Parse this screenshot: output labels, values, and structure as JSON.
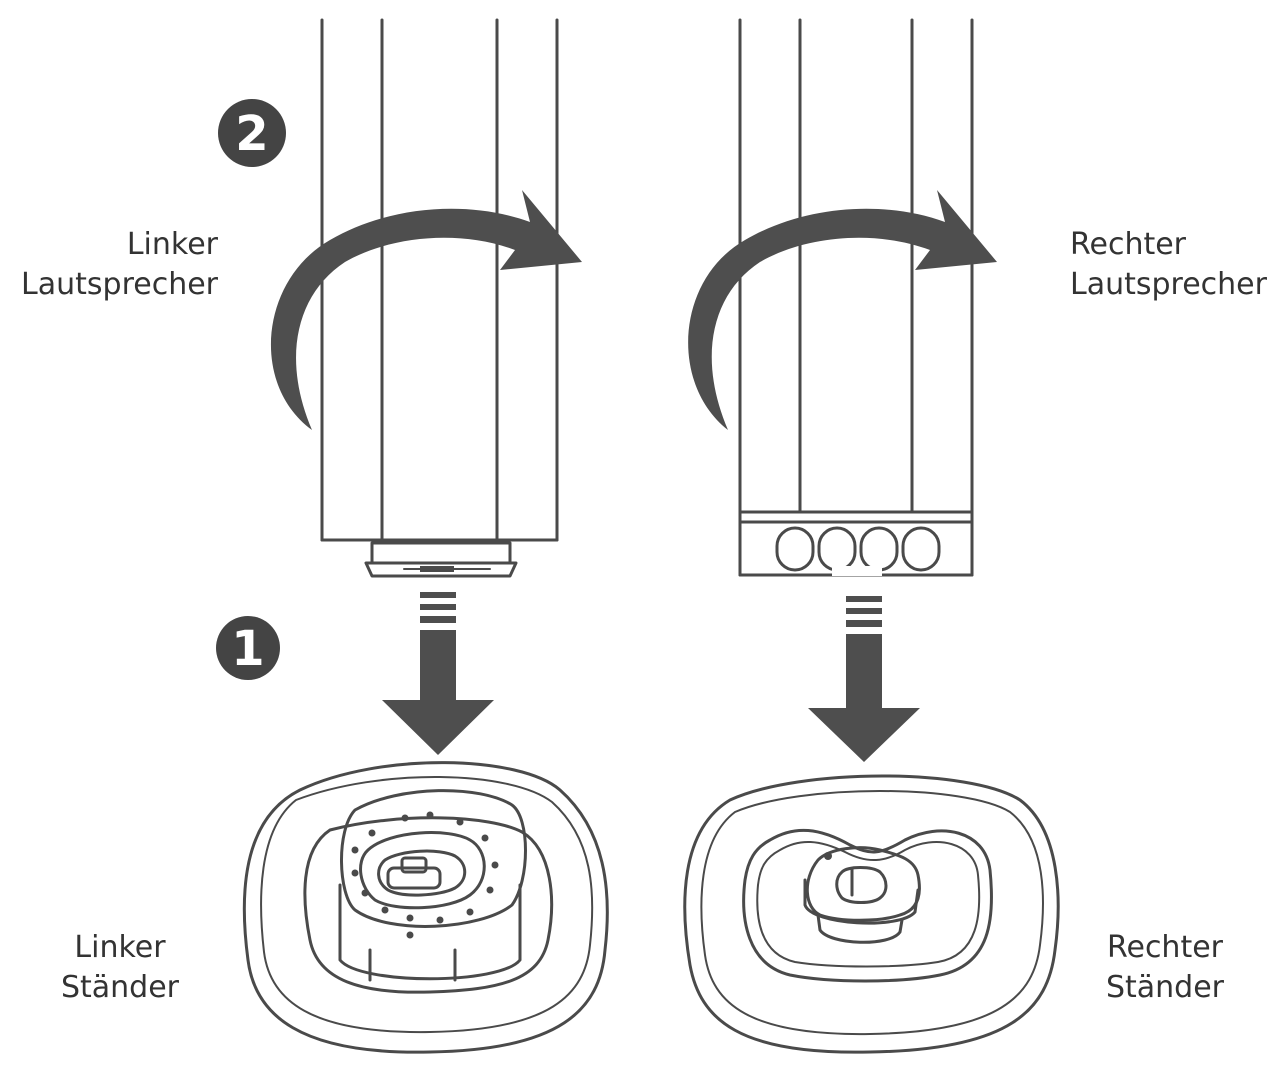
{
  "labels": {
    "left_speaker_line1": "Linker",
    "left_speaker_line2": "Lautsprecher",
    "right_speaker_line1": "Rechter",
    "right_speaker_line2": "Lautsprecher",
    "left_stand_line1": "Linker",
    "left_stand_line2": "Ständer",
    "right_stand_line1": "Rechter",
    "right_stand_line2": "Ständer"
  },
  "steps": {
    "step1": "1",
    "step2": "2"
  },
  "colors": {
    "line": "#4a4a4a",
    "arrow": "#4e4e4e",
    "badge": "#444444",
    "text": "#333333"
  },
  "icons": {
    "rotate": "curved-arrow-rotate-clockwise",
    "down": "down-arrow"
  }
}
